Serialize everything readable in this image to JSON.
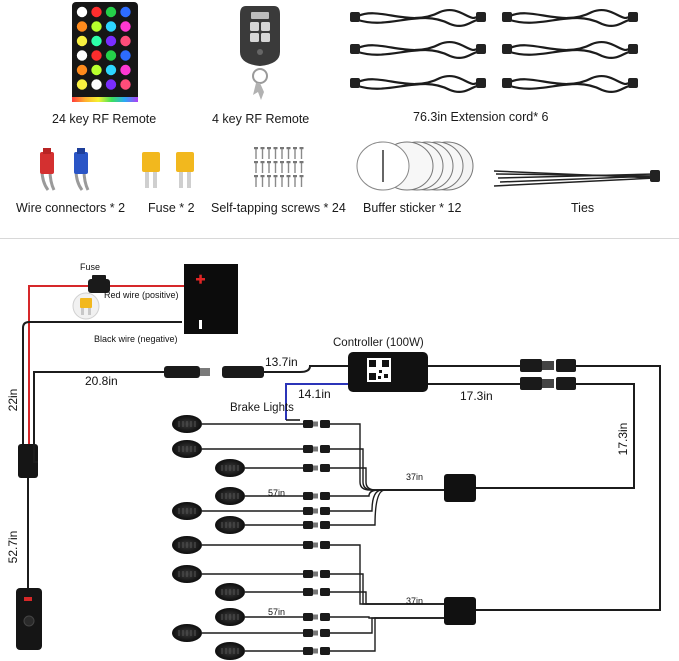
{
  "accessories": {
    "remote24_label": "24 key RF Remote",
    "remote4_label": "4 key RF Remote",
    "extension_label": "76.3in Extension cord* 6",
    "wire_connectors_label": "Wire connectors * 2",
    "fuse_label": "Fuse * 2",
    "screws_label": "Self-tapping screws * 24",
    "buffer_label": "Buffer sticker * 12",
    "ties_label": "Ties"
  },
  "wiring": {
    "fuse_top": "Fuse",
    "battery_plus": "+",
    "battery_minus": "-",
    "red_wire": "Red wire (positive)",
    "black_wire": "Black wire (negative)",
    "controller": "Controller (100W)",
    "brake_lights": "Brake Lights",
    "len_13_7": "13.7in",
    "len_20_8": "20.8in",
    "len_14_1": "14.1in",
    "len_17_3_h": "17.3in",
    "len_17_3_v": "17.3in",
    "len_22": "22in",
    "len_52_7": "52.7in",
    "len_37_a": "37in",
    "len_57_a": "57in",
    "len_37_b": "37in",
    "len_57_b": "57in"
  },
  "colors": {
    "red_wire": "#d6282a",
    "black_wire": "#1c1c1c",
    "blue_wire": "#2b34b8",
    "fuse_yellow": "#f2b81e",
    "connector_red": "#d43030",
    "connector_blue": "#2a55c6"
  }
}
